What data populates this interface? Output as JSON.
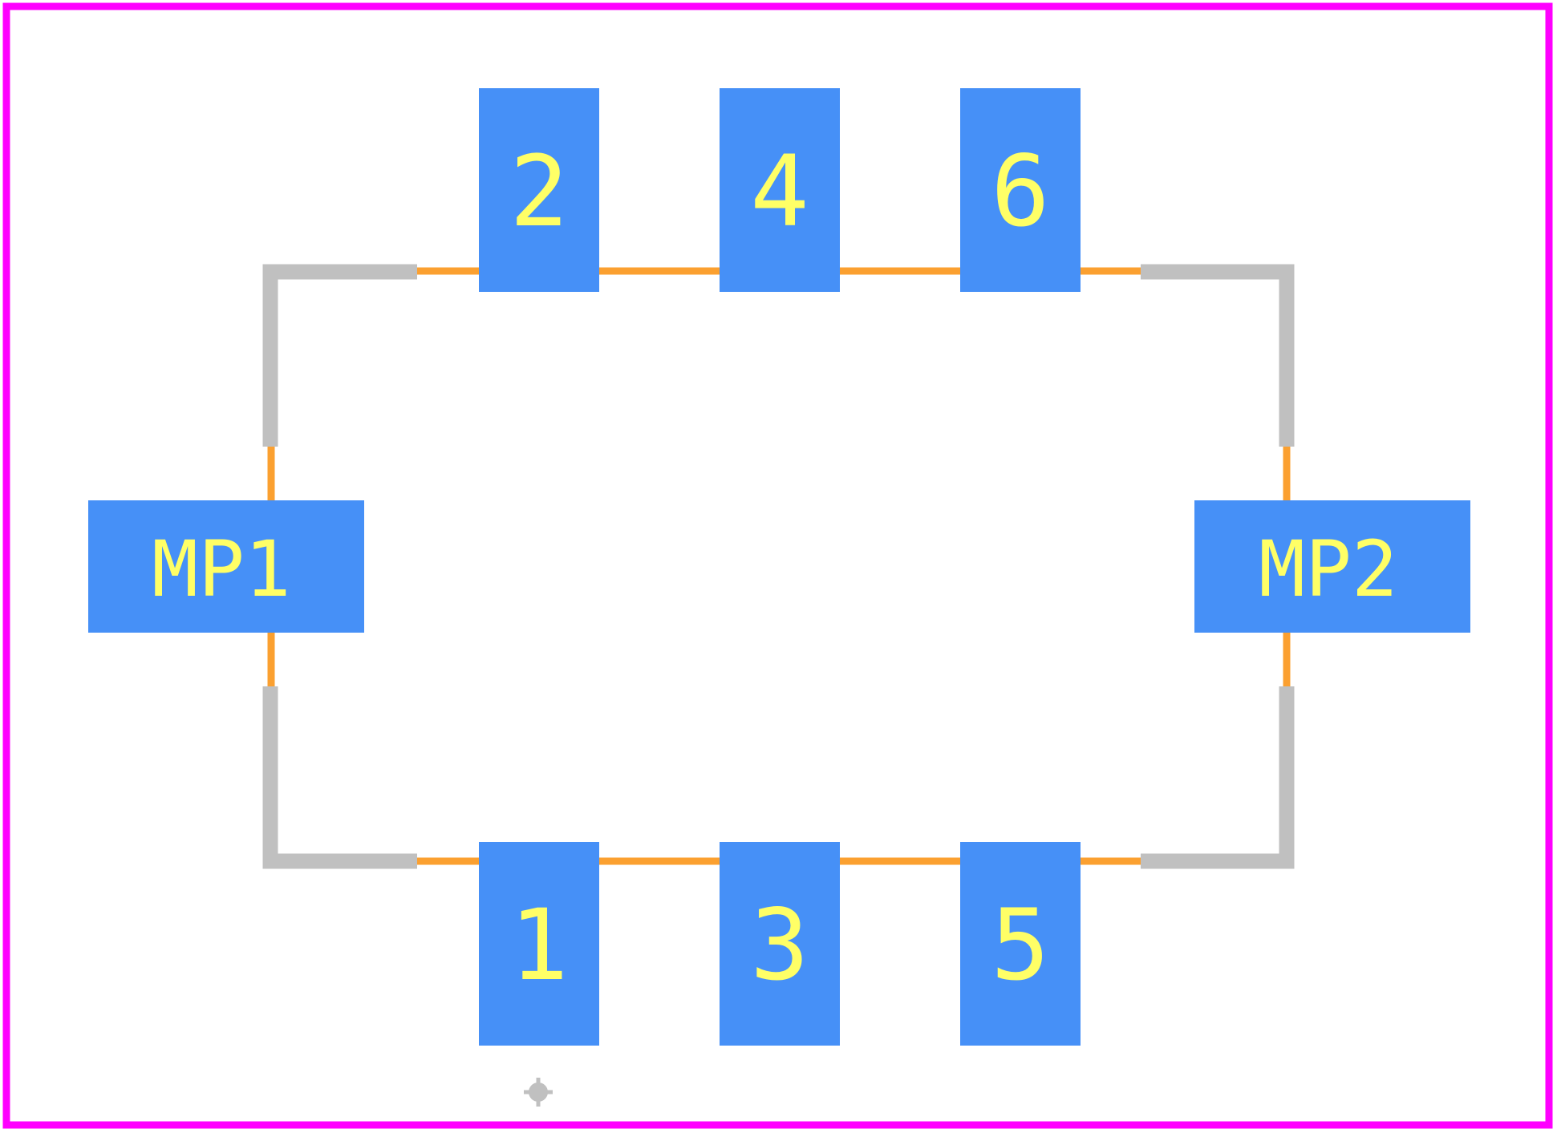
{
  "footprint": {
    "pads": [
      {
        "id": "2",
        "label": "2"
      },
      {
        "id": "4",
        "label": "4"
      },
      {
        "id": "6",
        "label": "6"
      },
      {
        "id": "1",
        "label": "1"
      },
      {
        "id": "3",
        "label": "3"
      },
      {
        "id": "5",
        "label": "5"
      },
      {
        "id": "MP1",
        "label": "MP1"
      },
      {
        "id": "MP2",
        "label": "MP2"
      }
    ],
    "colors": {
      "background": "#ffffff",
      "courtyard": "#ff00ff",
      "pad": "#4690f7",
      "pad_label": "#ffff66",
      "body_outline": "#fba030",
      "silkscreen": "#c0c0c0",
      "origin_marker": "#c0c0c0"
    },
    "icons": {
      "origin": "origin-crosshair-icon"
    }
  }
}
